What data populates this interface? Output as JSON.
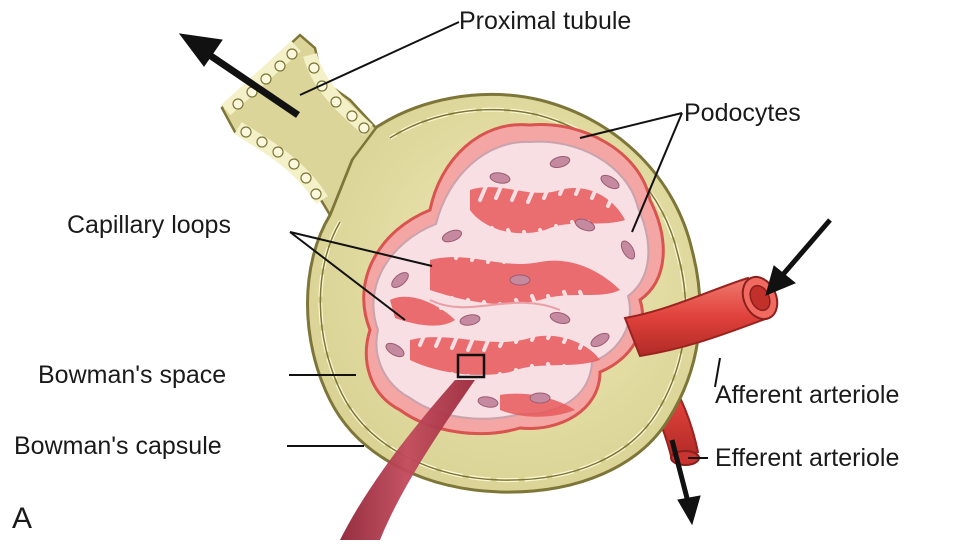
{
  "labels": {
    "proximal_tubule": "Proximal tubule",
    "podocytes": "Podocytes",
    "capillary_loops": "Capillary loops",
    "bowmans_space": "Bowman's space",
    "bowmans_capsule": "Bowman's capsule",
    "afferent_arteriole": "Afferent arteriole",
    "efferent_arteriole": "Efferent arteriole",
    "panel": "A"
  },
  "colors": {
    "capsule_fill": "#ddd7a0",
    "capsule_outline": "#8a8340",
    "capsule_cells": "#f4f0c8",
    "vessel_red": "#e0413b",
    "vessel_dark": "#b52a28",
    "podocyte_pink": "#f7dfe3",
    "podocyte_outline": "#c9a3ad",
    "nucleus": "#c58aa0",
    "stalk": "#b23b50"
  }
}
